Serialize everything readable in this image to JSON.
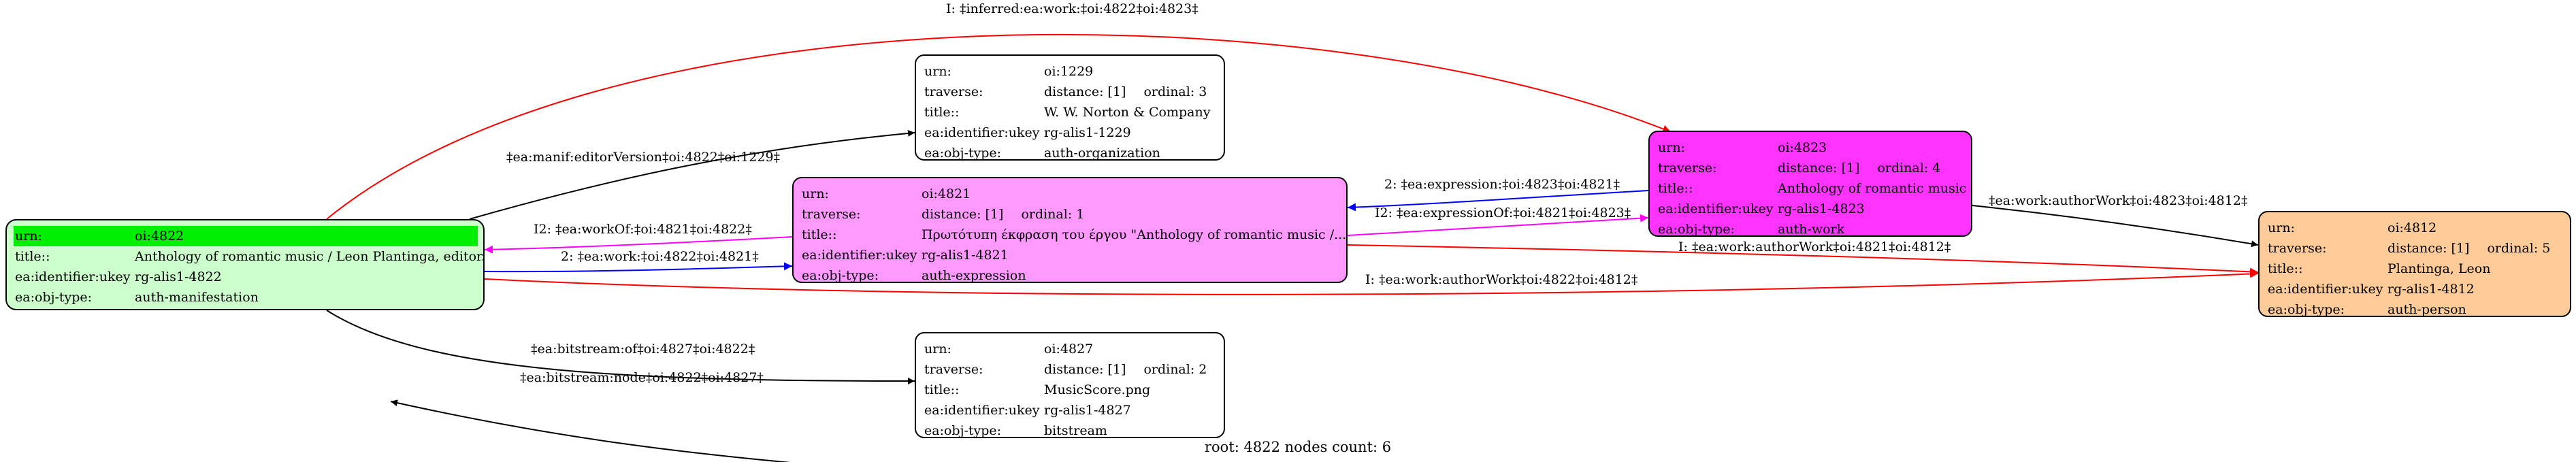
{
  "nodes": {
    "n4822": {
      "fill": "#ccffcc",
      "rows": [
        {
          "key": "urn:",
          "value": "oi:4822"
        },
        {
          "key": "title::",
          "value": "Anthology of romantic music / Leon Plantinga, editor."
        },
        {
          "key": "ea:identifier:ukey",
          "value": "rg-alis1-4822"
        },
        {
          "key": "ea:obj-type:",
          "value": "auth-manifestation"
        }
      ]
    },
    "n1229": {
      "fill": "#ffffff",
      "urn": {
        "key": "urn:",
        "value": "oi:1229"
      },
      "traverse": {
        "key": "traverse:",
        "value": "distance: [1]",
        "ordinal": "ordinal: 3"
      },
      "rows": [
        {
          "key": "title::",
          "value": "W. W. Norton & Company"
        },
        {
          "key": "ea:identifier:ukey",
          "value": "rg-alis1-1229"
        },
        {
          "key": "ea:obj-type:",
          "value": "auth-organization"
        }
      ]
    },
    "n4821": {
      "fill": "#ff99ff",
      "urn": {
        "key": "urn:",
        "value": "oi:4821"
      },
      "traverse": {
        "key": "traverse:",
        "value": "distance: [1]",
        "ordinal": "ordinal: 1"
      },
      "rows": [
        {
          "key": "title::",
          "value": "Πρωτότυπη έκφραση του έργου \"Anthology of romantic music /..."
        },
        {
          "key": "ea:identifier:ukey",
          "value": "rg-alis1-4821"
        },
        {
          "key": "ea:obj-type:",
          "value": "auth-expression"
        }
      ]
    },
    "n4823": {
      "fill": "#ff33ff",
      "urn": {
        "key": "urn:",
        "value": "oi:4823"
      },
      "traverse": {
        "key": "traverse:",
        "value": "distance: [1]",
        "ordinal": "ordinal: 4"
      },
      "rows": [
        {
          "key": "title::",
          "value": "Anthology of romantic music"
        },
        {
          "key": "ea:identifier:ukey",
          "value": "rg-alis1-4823"
        },
        {
          "key": "ea:obj-type:",
          "value": "auth-work"
        }
      ]
    },
    "n4812": {
      "fill": "#ffcc99",
      "urn": {
        "key": "urn:",
        "value": "oi:4812"
      },
      "traverse": {
        "key": "traverse:",
        "value": "distance: [1]",
        "ordinal": "ordinal: 5"
      },
      "rows": [
        {
          "key": "title::",
          "value": "Plantinga, Leon"
        },
        {
          "key": "ea:identifier:ukey",
          "value": "rg-alis1-4812"
        },
        {
          "key": "ea:obj-type:",
          "value": "auth-person"
        }
      ]
    },
    "n4827": {
      "fill": "#ffffff",
      "urn": {
        "key": "urn:",
        "value": "oi:4827"
      },
      "traverse": {
        "key": "traverse:",
        "value": "distance: [1]",
        "ordinal": "ordinal: 2"
      },
      "rows": [
        {
          "key": "title::",
          "value": "MusicScore.png"
        },
        {
          "key": "ea:identifier:ukey",
          "value": "rg-alis1-4827"
        },
        {
          "key": "ea:obj-type:",
          "value": "bitstream"
        }
      ]
    }
  },
  "edges": [
    {
      "id": "e_inferred_work",
      "label": "I: ‡inferred:ea:work:‡oi:4822‡oi:4823‡",
      "color": "#ff0000"
    },
    {
      "id": "e_editor",
      "label": "‡ea:manif:editorVersion‡oi:4822‡oi:1229‡",
      "color": "#000000"
    },
    {
      "id": "e_workof",
      "label": "I2: ‡ea:workOf:‡oi:4821‡oi:4822‡",
      "color": "#ff00ff"
    },
    {
      "id": "e_work",
      "label": "2: ‡ea:work:‡oi:4822‡oi:4821‡",
      "color": "#0000ff"
    },
    {
      "id": "e_expression",
      "label": "2: ‡ea:expression:‡oi:4823‡oi:4821‡",
      "color": "#0000ff"
    },
    {
      "id": "e_expressionof",
      "label": "I2: ‡ea:expressionOf:‡oi:4821‡oi:4823‡",
      "color": "#ff00ff"
    },
    {
      "id": "e_authorwork_4823",
      "label": "‡ea:work:authorWork‡oi:4823‡oi:4812‡",
      "color": "#000000"
    },
    {
      "id": "e_authorwork_4821",
      "label": "I: ‡ea:work:authorWork‡oi:4821‡oi:4812‡",
      "color": "#ff0000"
    },
    {
      "id": "e_authorwork_4822",
      "label": "I: ‡ea:work:authorWork‡oi:4822‡oi:4812‡",
      "color": "#ff0000"
    },
    {
      "id": "e_bitstreamof",
      "label": "‡ea:bitstream:of‡oi:4827‡oi:4822‡",
      "color": "#000000"
    },
    {
      "id": "e_bitstreamnode",
      "label": "‡ea:bitstream:node‡oi:4822‡oi:4827‡",
      "color": "#000000"
    }
  ],
  "footer": "root: 4822 nodes count: 6"
}
